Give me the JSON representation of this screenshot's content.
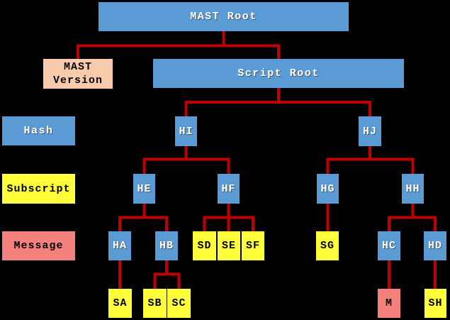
{
  "colors": {
    "background": "#000000",
    "connector": "#C00000",
    "hash_fill": "#5B9BD5",
    "subscript_fill": "#FFFF3B",
    "message_fill": "#F4817D",
    "version_fill": "#F8CBAD",
    "hash_text": "#FFFFFF",
    "subscript_text": "#000000",
    "message_text": "#000000"
  },
  "legend": {
    "hash": "Hash",
    "subscript": "Subscript",
    "message": "Message"
  },
  "nodes": {
    "mast_root": "MAST Root",
    "mast_version": "MAST Version",
    "script_root": "Script Root",
    "hi": "HI",
    "hj": "HJ",
    "he": "HE",
    "hf": "HF",
    "hg": "HG",
    "hh": "HH",
    "ha": "HA",
    "hb": "HB",
    "hc": "HC",
    "hd": "HD",
    "sa": "SA",
    "sb": "SB",
    "sc": "SC",
    "sd": "SD",
    "se": "SE",
    "sf": "SF",
    "sg": "SG",
    "sh": "SH",
    "m": "M"
  },
  "edges": [
    {
      "from": "MAST Root",
      "to": [
        "MAST Version",
        "Script Root"
      ]
    },
    {
      "from": "Script Root",
      "to": [
        "HI",
        "HJ"
      ]
    },
    {
      "from": "HI",
      "to": [
        "HE",
        "HF"
      ]
    },
    {
      "from": "HJ",
      "to": [
        "HG",
        "HH"
      ]
    },
    {
      "from": "HE",
      "to": [
        "HA",
        "HB"
      ]
    },
    {
      "from": "HF",
      "to": [
        "SD",
        "SE",
        "SF"
      ]
    },
    {
      "from": "HG",
      "to": [
        "SG"
      ]
    },
    {
      "from": "HH",
      "to": [
        "HC",
        "HD"
      ]
    },
    {
      "from": "HA",
      "to": [
        "SA"
      ]
    },
    {
      "from": "HB",
      "to": [
        "SB",
        "SC"
      ]
    },
    {
      "from": "HC",
      "to": [
        "M"
      ]
    },
    {
      "from": "HD",
      "to": [
        "SH"
      ]
    }
  ]
}
